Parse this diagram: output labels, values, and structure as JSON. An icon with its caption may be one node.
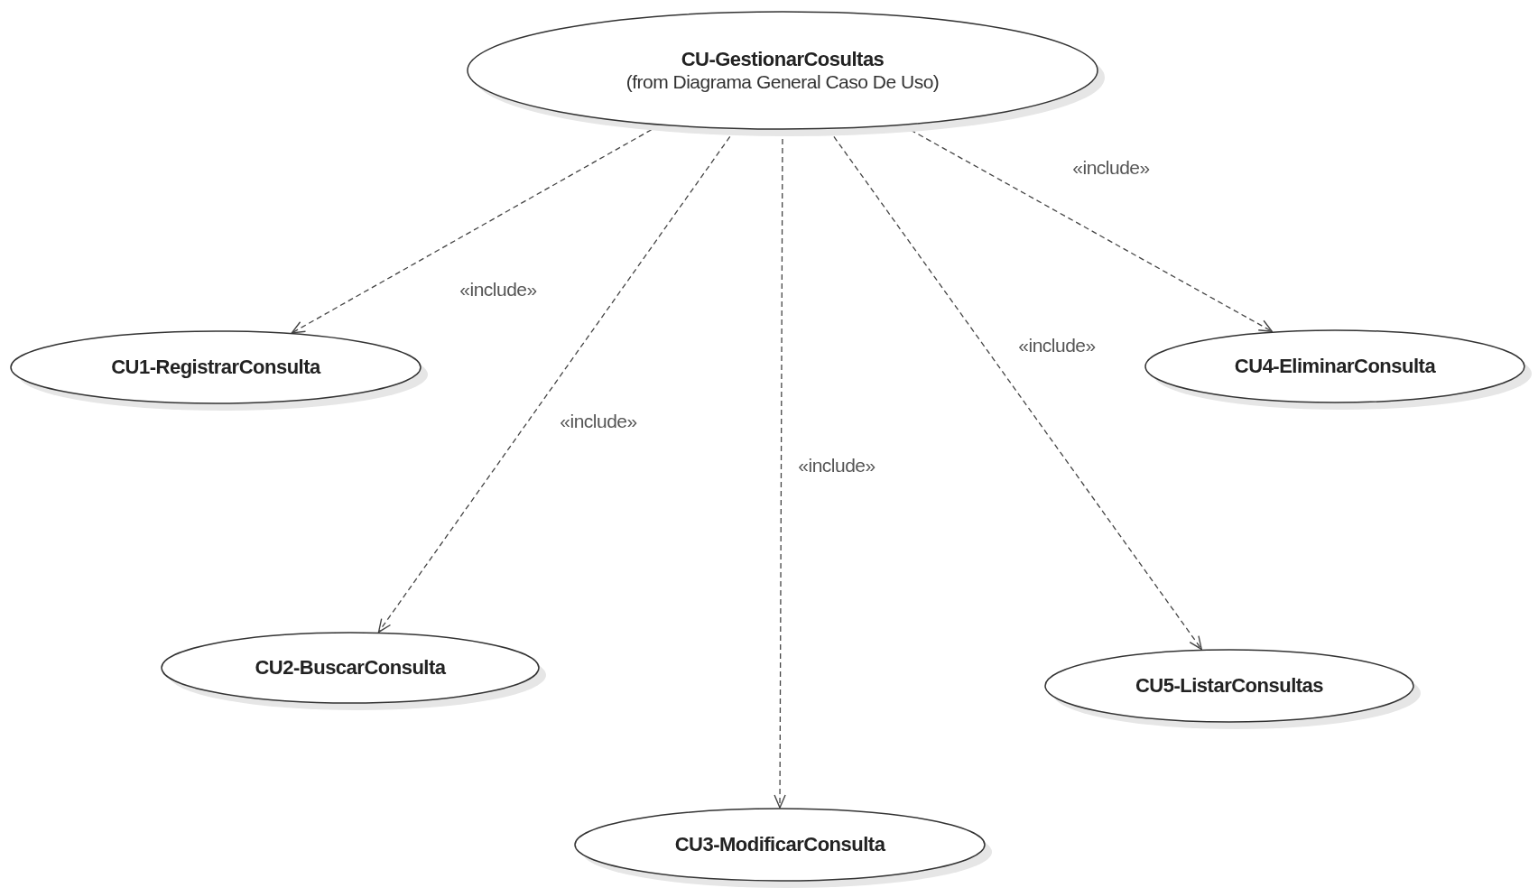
{
  "diagram": {
    "nodes": [
      {
        "text": [
          "CU-GestionarCosultas",
          "(from Diagrama General Caso De Uso)"
        ]
      },
      {
        "text": [
          "CU1-RegistrarConsulta"
        ]
      },
      {
        "text": [
          "CU2-BuscarConsulta"
        ]
      },
      {
        "text": [
          "CU3-ModificarConsulta"
        ]
      },
      {
        "text": [
          "CU4-EliminarConsulta"
        ]
      },
      {
        "text": [
          "CU5-ListarConsultas"
        ]
      }
    ],
    "edges": [
      {
        "from": 0,
        "to": 1,
        "arrow": "to",
        "style": "dashed",
        "label": "«include»"
      },
      {
        "from": 0,
        "to": 2,
        "arrow": "to",
        "style": "dashed",
        "label": "«include»"
      },
      {
        "from": 0,
        "to": 3,
        "arrow": "to",
        "style": "dashed",
        "label": "«include»"
      },
      {
        "from": 0,
        "to": 4,
        "arrow": "to",
        "style": "dashed",
        "label": "«include»"
      },
      {
        "from": 0,
        "to": 5,
        "arrow": "to",
        "style": "dashed",
        "label": "«include»"
      }
    ]
  }
}
